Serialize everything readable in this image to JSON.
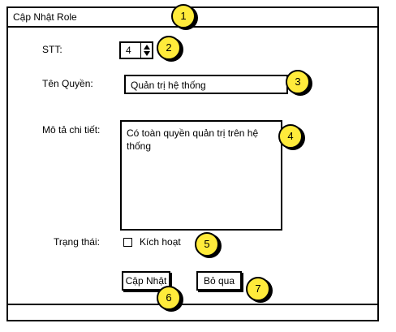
{
  "window": {
    "title": "Cập Nhật Role"
  },
  "form": {
    "stt_label": "STT:",
    "stt_value": "4",
    "role_name_label": "Tên Quyền:",
    "role_name_value": "Quản trị hệ thống",
    "description_label": "Mô tả chi tiết:",
    "description_value": "Có toàn quyền quản trị trên hệ thống",
    "status_label": "Trạng thái:",
    "active_label": "Kích hoạt",
    "active_checked": false
  },
  "buttons": {
    "update": "Cập Nhật",
    "cancel": "Bỏ qua"
  },
  "callouts": [
    "1",
    "2",
    "3",
    "4",
    "5",
    "6",
    "7"
  ],
  "colors": {
    "callout": "#ffeb3b",
    "border": "#000000",
    "background": "#ffffff"
  }
}
